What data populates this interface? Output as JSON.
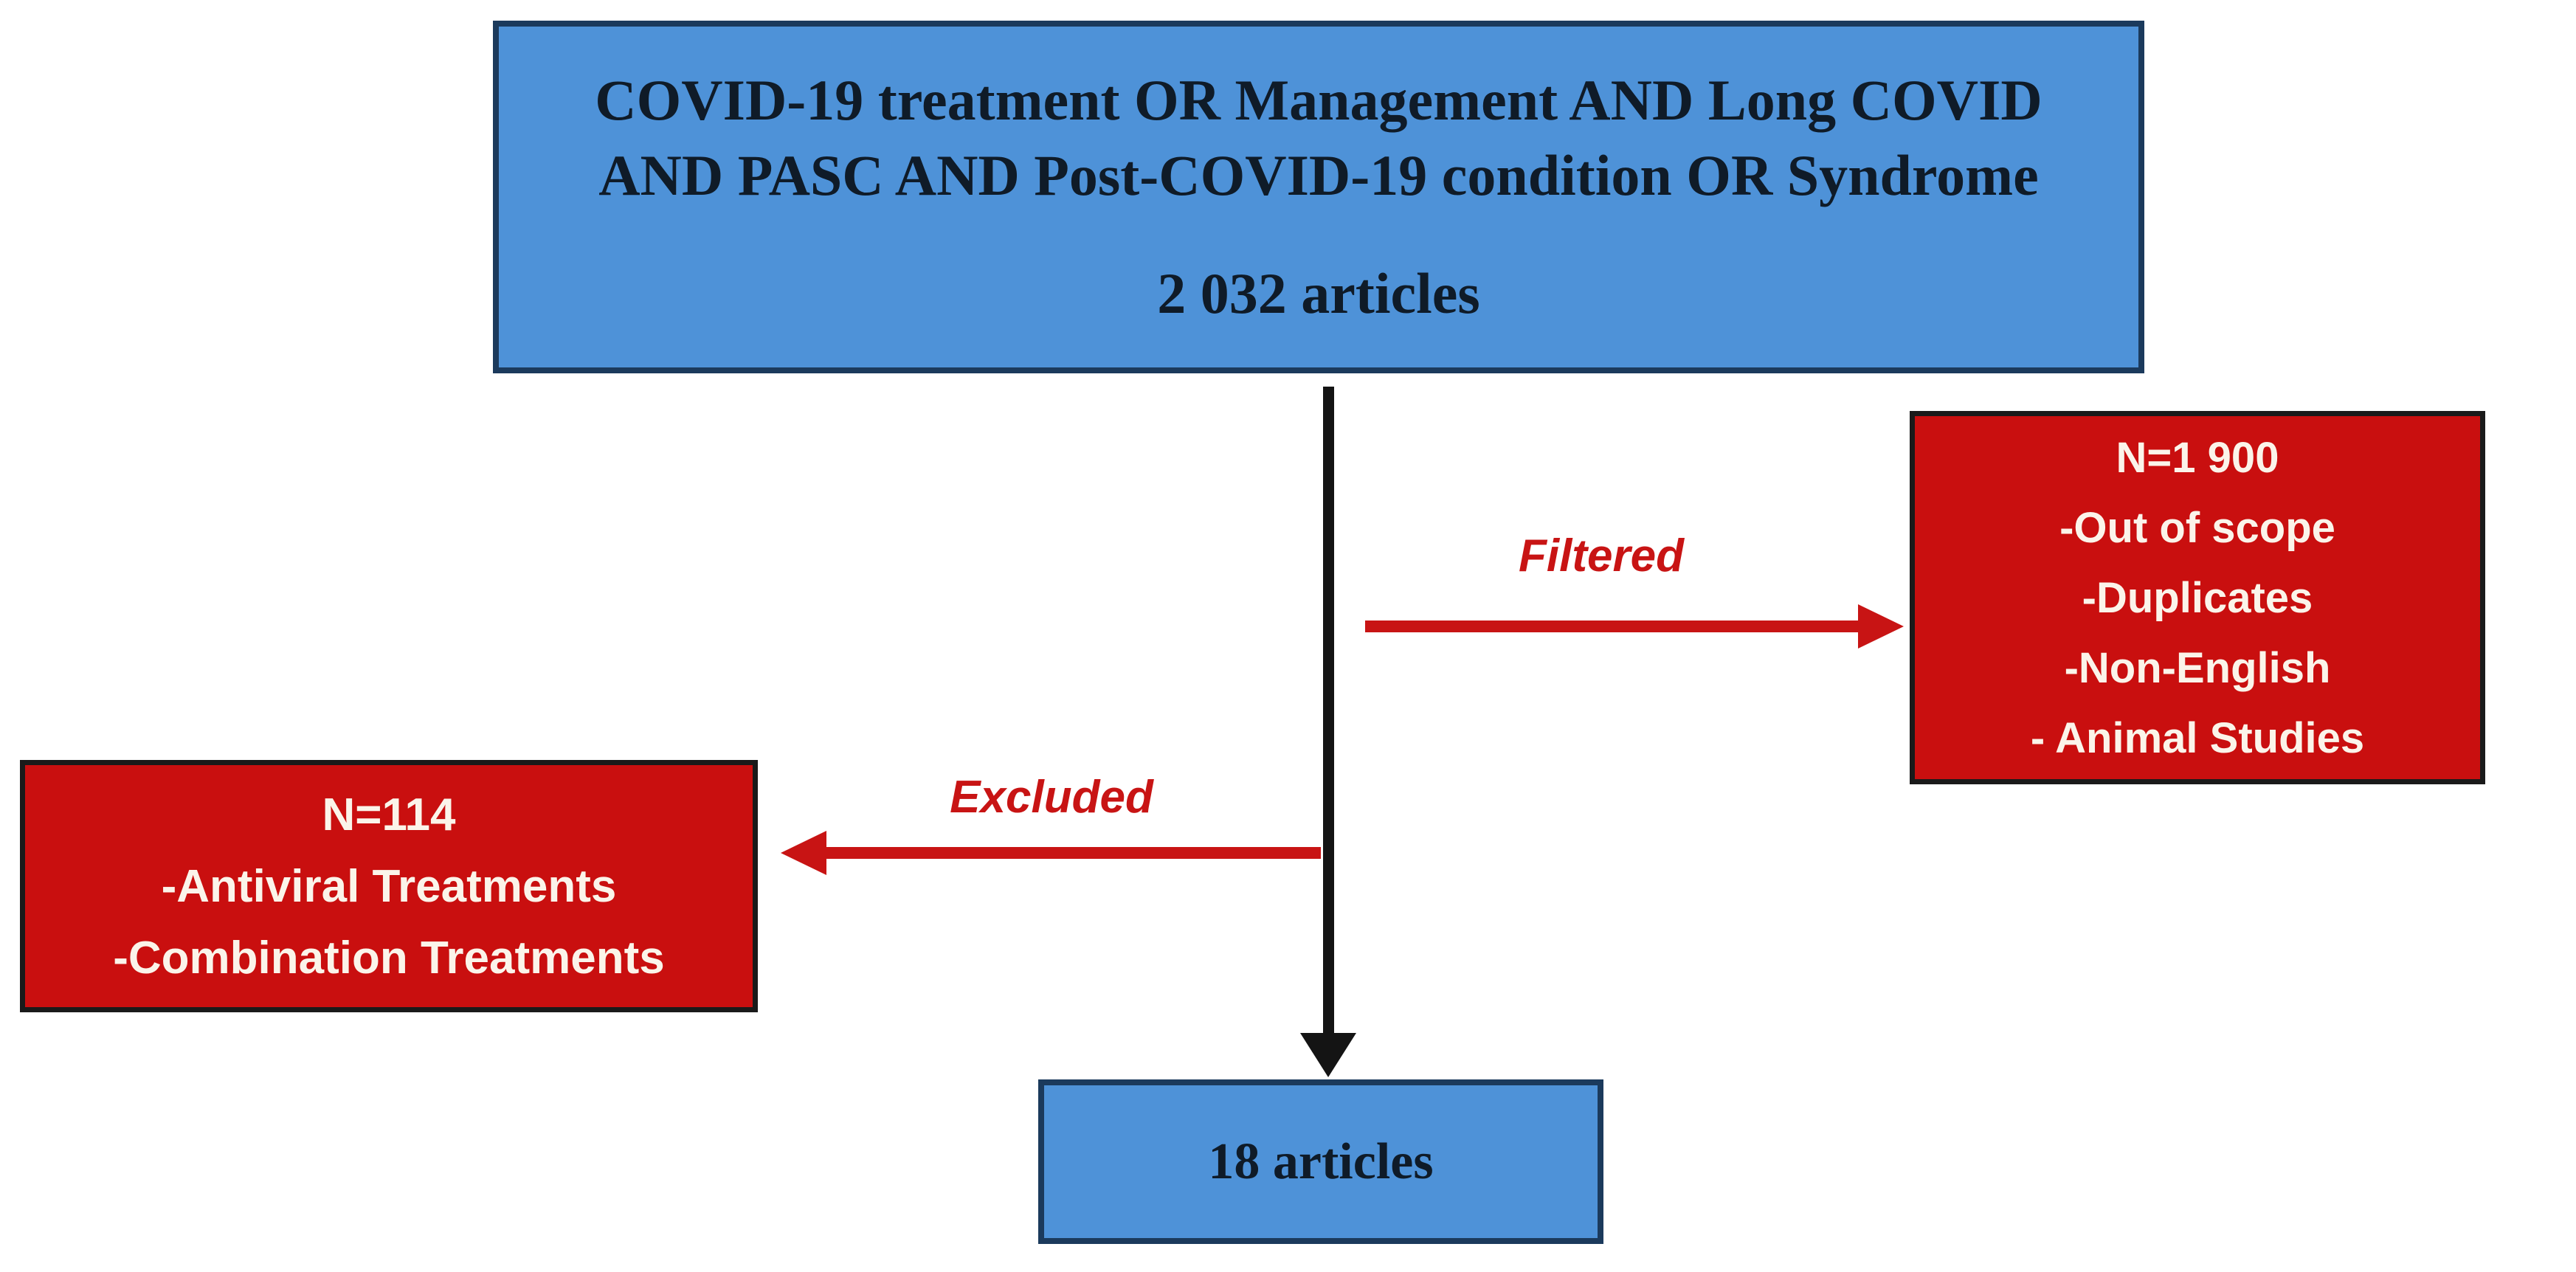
{
  "diagram": {
    "colors": {
      "background": "#FFFFFF",
      "blue_fill": "#4E92D8",
      "blue_border": "#1B3A5C",
      "red_fill": "#C90F0F",
      "red_border": "#1A1A1A",
      "red_accent": "#C81414",
      "arrow_black": "#141414",
      "dark_text": "#0F1B28",
      "light_text": "#FBF4EA"
    },
    "top_box": {
      "line1": "COVID-19 treatment OR Management AND Long COVID",
      "line2": "AND PASC AND Post-COVID-19 condition OR Syndrome",
      "count": "2 032 articles"
    },
    "filtered": {
      "label": "Filtered",
      "box_lines": [
        "N=1 900",
        "-Out of scope",
        "-Duplicates",
        "-Non-English",
        "- Animal Studies"
      ]
    },
    "excluded": {
      "label": "Excluded",
      "box_lines": [
        "N=114",
        "-Antiviral Treatments",
        "-Combination Treatments"
      ]
    },
    "result_box": {
      "count": "18 articles"
    }
  }
}
